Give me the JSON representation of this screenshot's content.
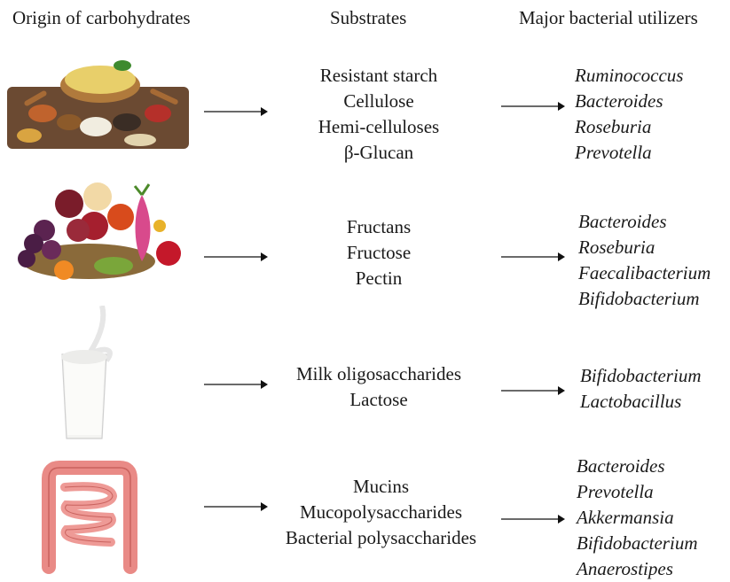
{
  "headers": {
    "origin": "Origin of carbohydrates",
    "substrates": "Substrates",
    "utilizers": "Major bacterial utilizers"
  },
  "rows": [
    {
      "image": "grains-spices-icon",
      "substrates": [
        "Resistant starch",
        "Cellulose",
        "Hemi-celluloses",
        "β-Glucan"
      ],
      "bacteria": [
        "Ruminococcus",
        "Bacteroides",
        "Roseburia",
        "Prevotella"
      ]
    },
    {
      "image": "fruit-basket-icon",
      "substrates": [
        "Fructans",
        "Fructose",
        "Pectin"
      ],
      "bacteria": [
        "Bacteroides",
        "Roseburia",
        "Faecalibacterium",
        "Bifidobacterium"
      ]
    },
    {
      "image": "milk-glass-icon",
      "substrates": [
        "Milk oligosaccharides",
        "Lactose"
      ],
      "bacteria": [
        "Bifidobacterium",
        "Lactobacillus"
      ]
    },
    {
      "image": "intestine-icon",
      "substrates": [
        "Mucins",
        "Mucopolysaccharides",
        "Bacterial polysaccharides"
      ],
      "bacteria": [
        "Bacteroides",
        "Prevotella",
        "Akkermansia",
        "Bifidobacterium",
        "Anaerostipes"
      ]
    }
  ]
}
